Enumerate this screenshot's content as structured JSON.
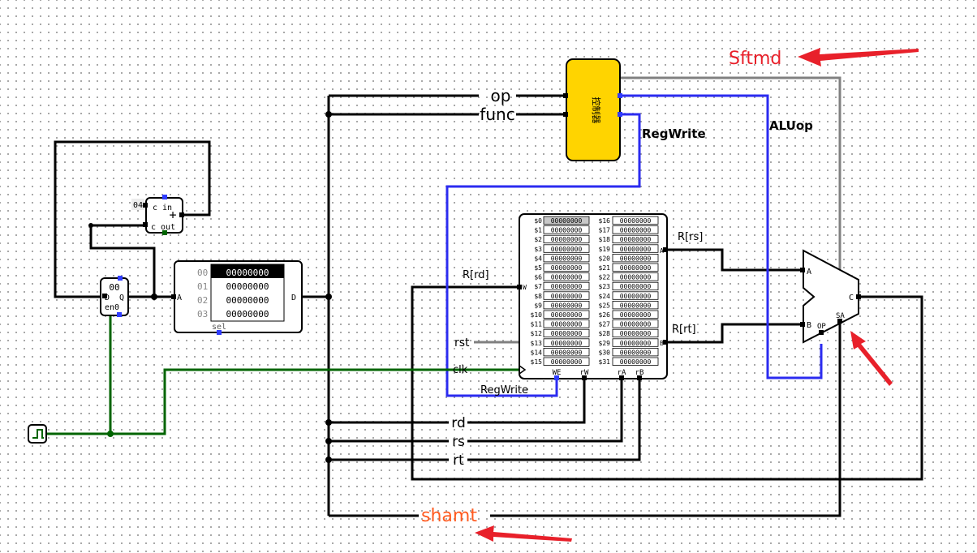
{
  "labels": {
    "op": "op",
    "func": "func",
    "regwrite_top": "RegWrite",
    "aluop": "ALUop",
    "sftmd": "Sftmd",
    "shamt": "shamt",
    "rrs": "R[rs]",
    "rrt": "R[rt]",
    "rrd": "R[rd]",
    "rst": "rst",
    "clk": "clk",
    "regwrite_bottom": "RegWrite",
    "rd": "rd",
    "rs": "rs",
    "rt": "rt"
  },
  "controller": {
    "label": "控制器"
  },
  "counter": {
    "value": "00",
    "d": "D",
    "q": "Q",
    "en": "en0"
  },
  "adder": {
    "const": "04",
    "cin": "c in",
    "cout": "c out",
    "plus": "+"
  },
  "rom": {
    "port_a": "A",
    "port_d": "D",
    "sel": "sel",
    "rows": [
      {
        "addr": "00",
        "value": "00000000"
      },
      {
        "addr": "01",
        "value": "00000000"
      },
      {
        "addr": "02",
        "value": "00000000"
      },
      {
        "addr": "03",
        "value": "00000000"
      }
    ]
  },
  "regfile": {
    "ports": {
      "w": "W",
      "a": "A",
      "b": "B",
      "we": "WE",
      "rw": "rW",
      "ra": "rA",
      "rb": "rB"
    },
    "left": [
      {
        "name": "$0",
        "value": "00000000"
      },
      {
        "name": "$1",
        "value": "00000000"
      },
      {
        "name": "$2",
        "value": "00000000"
      },
      {
        "name": "$3",
        "value": "00000000"
      },
      {
        "name": "$4",
        "value": "00000000"
      },
      {
        "name": "$5",
        "value": "00000000"
      },
      {
        "name": "$6",
        "value": "00000000"
      },
      {
        "name": "$7",
        "value": "00000000"
      },
      {
        "name": "$8",
        "value": "00000000"
      },
      {
        "name": "$9",
        "value": "00000000"
      },
      {
        "name": "$10",
        "value": "00000000"
      },
      {
        "name": "$11",
        "value": "00000000"
      },
      {
        "name": "$12",
        "value": "00000000"
      },
      {
        "name": "$13",
        "value": "00000000"
      },
      {
        "name": "$14",
        "value": "00000000"
      },
      {
        "name": "$15",
        "value": "00000000"
      }
    ],
    "right": [
      {
        "name": "$16",
        "value": "00000000"
      },
      {
        "name": "$17",
        "value": "00000000"
      },
      {
        "name": "$18",
        "value": "00000000"
      },
      {
        "name": "$19",
        "value": "00000000"
      },
      {
        "name": "$20",
        "value": "00000000"
      },
      {
        "name": "$21",
        "value": "00000000"
      },
      {
        "name": "$22",
        "value": "00000000"
      },
      {
        "name": "$23",
        "value": "00000000"
      },
      {
        "name": "$24",
        "value": "00000000"
      },
      {
        "name": "$25",
        "value": "00000000"
      },
      {
        "name": "$26",
        "value": "00000000"
      },
      {
        "name": "$27",
        "value": "00000000"
      },
      {
        "name": "$28",
        "value": "00000000"
      },
      {
        "name": "$29",
        "value": "00000000"
      },
      {
        "name": "$30",
        "value": "00000000"
      },
      {
        "name": "$31",
        "value": "00000000"
      }
    ]
  },
  "alu": {
    "a": "A",
    "b": "B",
    "c": "C",
    "op": "OP",
    "sa": "SA"
  },
  "colors": {
    "wire": "#000000",
    "bus_blue": "#2b2bf0",
    "clock_green": "#006400",
    "gray_wire": "#808080",
    "controller_fill": "#ffd400",
    "annotation_red": "#e8202a",
    "sftmd_text": "#e8202a",
    "shamt_text": "#ff5a1f",
    "port_blue": "#2f3cff"
  }
}
